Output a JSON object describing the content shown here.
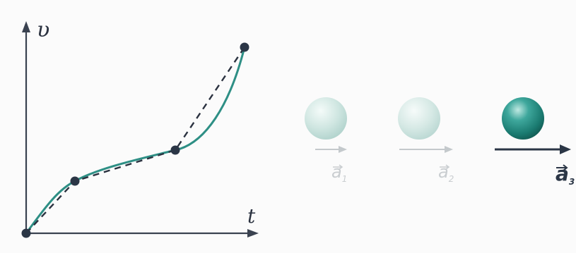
{
  "graph": {
    "y_axis_label": "υ",
    "x_axis_label": "t"
  },
  "vectors": [
    {
      "symbol": "a",
      "subscript": "1"
    },
    {
      "symbol": "a",
      "subscript": "2"
    },
    {
      "symbol": "a",
      "subscript": "3"
    }
  ],
  "colors": {
    "axis": "#3a4250",
    "curve": "#2e8f85",
    "dashed": "#2b3240",
    "point": "#2b3646",
    "ball_faded": "#c9e2dd",
    "ball_active": "#1f8a80",
    "arrow_faded": "#c4c9cc",
    "arrow_active": "#2b3646"
  }
}
